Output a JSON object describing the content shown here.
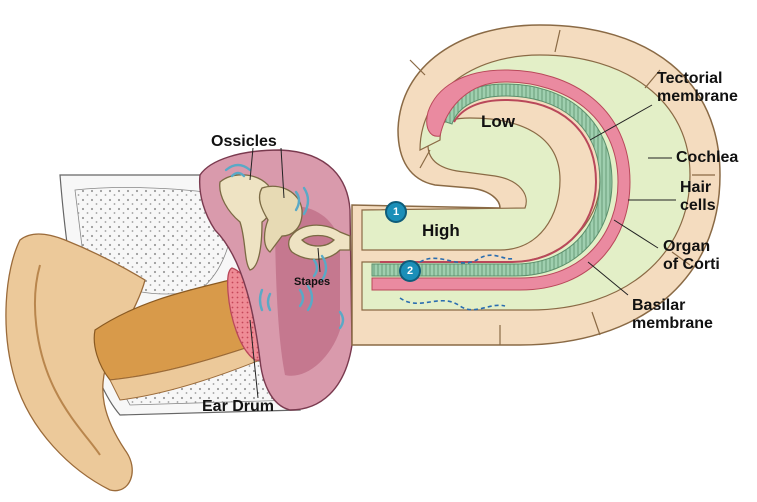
{
  "labels": {
    "ossicles": "Ossicles",
    "stapes": "Stapes",
    "ear_drum": "Ear Drum",
    "low": "Low",
    "high": "High",
    "tectorial_line1": "Tectorial",
    "tectorial_line2": "membrane",
    "cochlea": "Cochlea",
    "hair_line1": "Hair",
    "hair_line2": "cells",
    "organ_line1": "Organ",
    "organ_line2": "of Corti",
    "basilar_line1": "Basilar",
    "basilar_line2": "membrane",
    "marker_1": "1",
    "marker_2": "2"
  },
  "colors": {
    "skin": "#ecc99a",
    "skin_dark": "#cf9a5f",
    "canal": "#d89a4a",
    "bone": "#f7f7f7",
    "bone_stipple": "#9c9c9c",
    "middle_ear": "#d99aac",
    "middle_ear_dark": "#b45c78",
    "ossicle": "#eee3c3",
    "eardrum": "#ef8c96",
    "cochlea_wall": "#f4dcbf",
    "cochlea_fluid": "#e3efc7",
    "organ_green": "#9fcfaf",
    "basilar_pink": "#ea8aa0",
    "sound_wave": "#5aa9c6",
    "marker": "#1b8fb8"
  },
  "icons": {
    "marker_1": "numbered-circle",
    "marker_2": "numbered-circle"
  }
}
